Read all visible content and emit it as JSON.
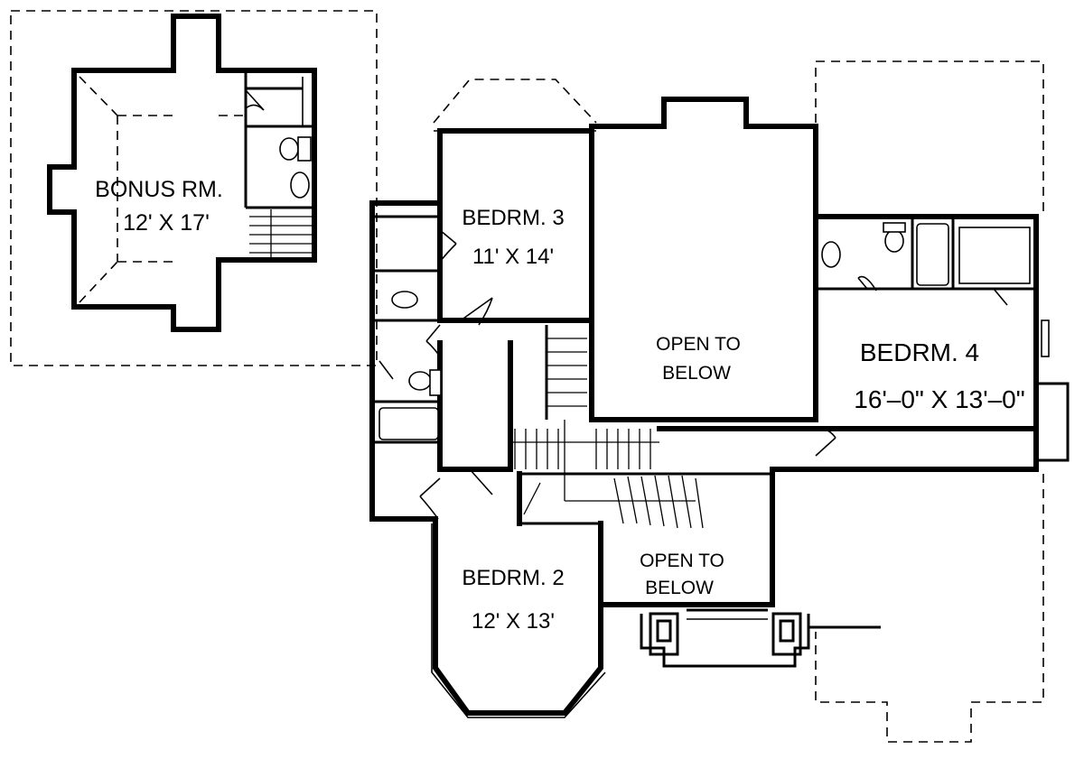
{
  "rooms": {
    "bonus": {
      "name": "BONUS RM.",
      "size": "12' X 17'"
    },
    "bed3": {
      "name": "BEDRM. 3",
      "size": "11' X 14'"
    },
    "open1": {
      "line1": "OPEN TO",
      "line2": "BELOW"
    },
    "bed4": {
      "name": "BEDRM. 4",
      "size": "16'–0\" X 13'–0\""
    },
    "bed2": {
      "name": "BEDRM. 2",
      "size": "12' X 13'"
    },
    "open2": {
      "line1": "OPEN TO",
      "line2": "BELOW"
    }
  },
  "colors": {
    "line": "#000000",
    "background": "#ffffff"
  }
}
